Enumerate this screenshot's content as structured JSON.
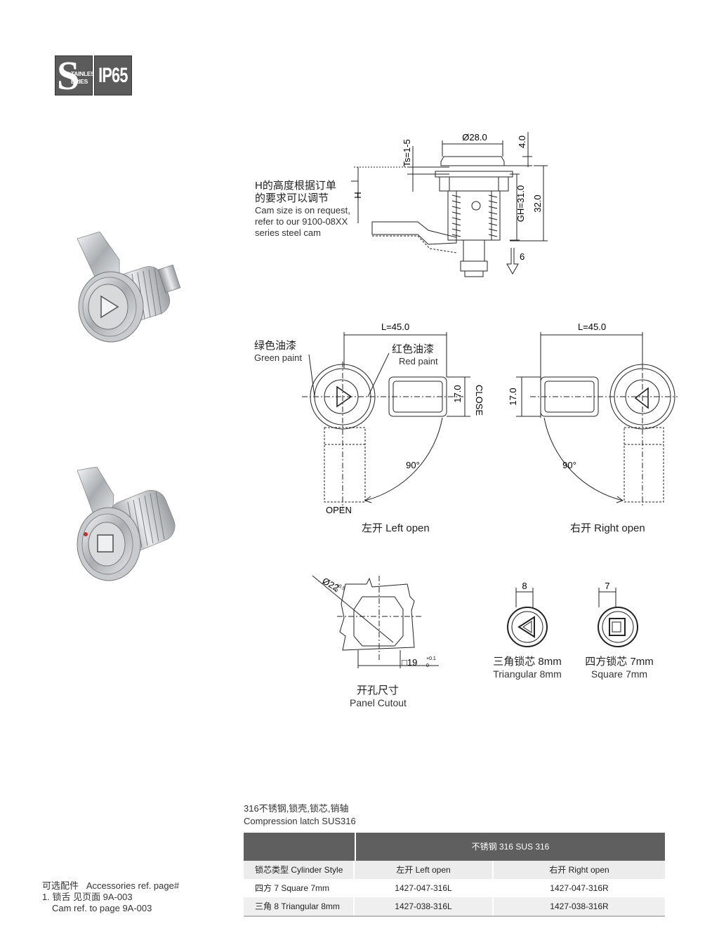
{
  "badges": {
    "stainless_s": "S",
    "stainless_line1": "TAINLESS",
    "stainless_line2": "ERIES",
    "ip": "IP65"
  },
  "drawing_top": {
    "ts": "Ts=1-5",
    "dia": "Ø28.0",
    "dim_4": "4.0",
    "dim_h": "H",
    "dim_gh": "GH=31.0",
    "dim_32": "32.0",
    "dim_6": "6",
    "note_cn_1": "H的高度根据订单",
    "note_cn_2": "的要求可以调节",
    "note_en_1": "Cam size is on request,",
    "note_en_2": "refer to our 9100-08XX",
    "note_en_3": "series steel cam"
  },
  "drawing_left": {
    "length": "L=45.0",
    "green_cn": "绿色油漆",
    "green_en": "Green paint",
    "red_cn": "红色油漆",
    "red_en": "Red paint",
    "dim_17": "17.0",
    "close": "CLOSE",
    "angle": "90°",
    "open": "OPEN",
    "caption": "左开 Left open"
  },
  "drawing_right": {
    "length": "L=45.0",
    "dim_17": "17.0",
    "angle": "90°",
    "caption": "右开 Right open"
  },
  "cutout": {
    "dia": "Ø22",
    "dia_tol_up": "+0.5",
    "dia_tol_low": "0",
    "square": "□19",
    "sq_tol_up": "+0.1",
    "sq_tol_low": "0",
    "caption_cn": "开孔尺寸",
    "caption_en": "Panel Cutout"
  },
  "cylinders": {
    "tri_dim": "8",
    "tri_cn": "三角锁芯 8mm",
    "tri_en": "Triangular 8mm",
    "sq_dim": "7",
    "sq_cn": "四方锁芯 7mm",
    "sq_en": "Square 7mm"
  },
  "material": {
    "cn": "316不锈钢,锁壳,锁芯,销轴",
    "en": "Compression latch SUS316"
  },
  "table": {
    "header": "不锈钢 316 SUS 316",
    "columns": [
      "锁芯类型 Cylinder Style",
      "左开 Left open",
      "右开 Right open"
    ],
    "rows": [
      [
        "四方 7 Square 7mm",
        "1427-047-316L",
        "1427-047-316R"
      ],
      [
        "三角 8 Triangular 8mm",
        "1427-038-316L",
        "1427-038-316R"
      ]
    ]
  },
  "accessories": {
    "line1": "可选配件   Accessories ref. page#",
    "line2": "1. 锁舌 见页面 9A-003",
    "line3": "Cam ref. to page 9A-003"
  },
  "colors": {
    "badge": "#5b5b5b",
    "table_header": "#5f5f5f",
    "line": "#222222",
    "metal": "#b9bcbf"
  }
}
